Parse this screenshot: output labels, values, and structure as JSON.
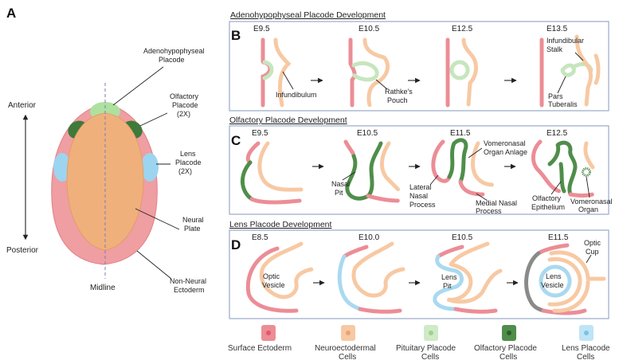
{
  "panel_a": {
    "letter": "A",
    "anterior": "Anterior",
    "posterior": "Posterior",
    "midline": "Midline",
    "adeno_1": "Adenohypophyseal",
    "adeno_2": "Placode",
    "olf_1": "Olfactory",
    "olf_2": "Placode",
    "olf_3": "(2X)",
    "lens_1": "Lens",
    "lens_2": "Placode",
    "lens_3": "(2X)",
    "neural_1": "Neural",
    "neural_2": "Plate",
    "nonneural_1": "Non-Neural",
    "nonneural_2": "Ectoderm"
  },
  "panel_b": {
    "letter": "B",
    "title": "Adenohypophyseal  Placode Development",
    "stages": [
      "E9.5",
      "E10.5",
      "E12.5",
      "E13.5"
    ],
    "infundibulum": "Infundibulum",
    "rathke_1": "Rathke's",
    "rathke_2": "Pouch",
    "stalk_1": "Infundibular",
    "stalk_2": "Stalk",
    "pars_1": "Pars",
    "pars_2": "Tuberalis"
  },
  "panel_c": {
    "letter": "C",
    "title": "Olfactory Placode Development",
    "stages": [
      "E9.5",
      "E10.5",
      "E11.5",
      "E12.5"
    ],
    "nasal_1": "Nasal",
    "nasal_2": "Pit",
    "vomero_anlage_1": "Vomeronasal",
    "vomero_anlage_2": "Organ Anlage",
    "lateral_1": "Lateral",
    "lateral_2": "Nasal",
    "lateral_3": "Process",
    "medial_1": "Medial Nasal",
    "medial_2": "Process",
    "olf_epi_1": "Olfactory",
    "olf_epi_2": "Epithelium",
    "vomero_org_1": "Vomeronasal",
    "vomero_org_2": "Organ"
  },
  "panel_d": {
    "letter": "D",
    "title": "Lens Placode Development",
    "stages": [
      "E8.5",
      "E10.0",
      "E10.5",
      "E11.5"
    ],
    "optic_vesicle_1": "Optic",
    "optic_vesicle_2": "Vesicle",
    "lens_pit_1": "Lens",
    "lens_pit_2": "Pit",
    "lens_vesicle_1": "Lens",
    "lens_vesicle_2": "Vesicle",
    "optic_cup_1": "Optic",
    "optic_cup_2": "Cup"
  },
  "legend": [
    {
      "line1": "Surface Ectoderm",
      "line2": "",
      "color": "#ec8d96",
      "dot": "#e0596a"
    },
    {
      "line1": "Neuroectodermal",
      "line2": "Cells",
      "color": "#f7c9a3",
      "dot": "#eda273"
    },
    {
      "line1": "Pituitary Placode",
      "line2": "Cells",
      "color": "#cfeac7",
      "dot": "#9fd18f"
    },
    {
      "line1": "Olfactory Placode",
      "line2": "Cells",
      "color": "#4f8e4a",
      "dot": "#2c5e2a"
    },
    {
      "line1": "Lens Placode",
      "line2": "Cells",
      "color": "#bfe4f5",
      "dot": "#77c3ea"
    }
  ],
  "colors": {
    "surface_ectoderm": "#ec8d96",
    "neuroectoderm": "#f7c9a3",
    "pituitary": "#c6e6bd",
    "olfactory": "#4f8e4a",
    "lens": "#a9d9f0",
    "panel_border": "#9aa8c9"
  }
}
